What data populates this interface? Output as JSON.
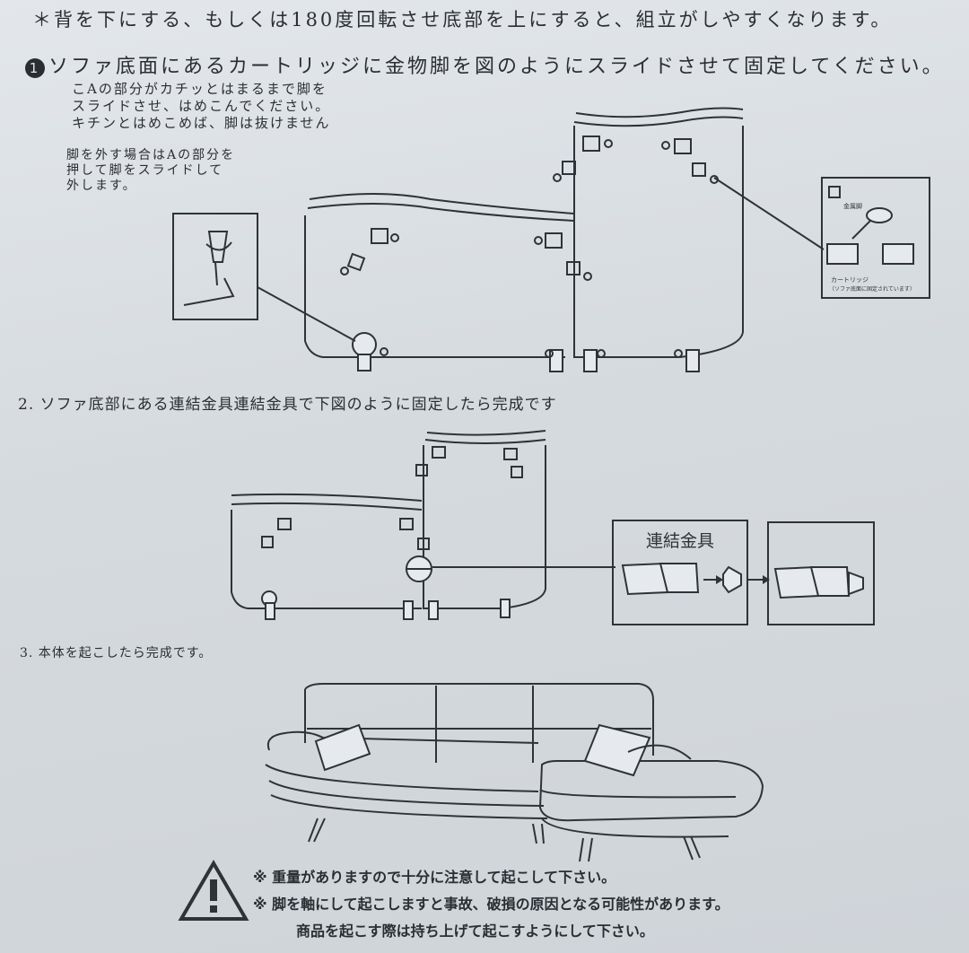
{
  "header": {
    "line1": "＊背を下にする、もしくは180度回転させ底部を上にすると、組立がしやすくなります。",
    "step1_marker": "1",
    "line2": "ソファ底面にあるカートリッジに金物脚を図のようにスライドさせて固定してください。"
  },
  "notes": {
    "note1": "こAの部分がカチッとはまるまで脚を\nスライドさせ、はめこんでください。\nキチンとはめこめば、脚は抜けません",
    "note2": "脚を外す場合はAの部分を\n押して脚をスライドして\n外します。"
  },
  "detail_box": {
    "label1": "金属脚",
    "label2": "カートリッジ",
    "label3": "（ソファ底面に固定されています）"
  },
  "step2": {
    "text": "2. ソファ底部にある連結金具連結金具で下図のように固定したら完成です"
  },
  "connector_box": {
    "label": "連結金具"
  },
  "step3": {
    "text": "3. 本体を起こしたら完成です。"
  },
  "warnings": {
    "w1": "※ 重量がありますので十分に注意して起こして下さい。",
    "w2": "※ 脚を軸にして起こしますと事故、破損の原因となる可能性があります。",
    "w3": "商品を起こす際は持ち上げて起こすようにして下さい。"
  }
}
